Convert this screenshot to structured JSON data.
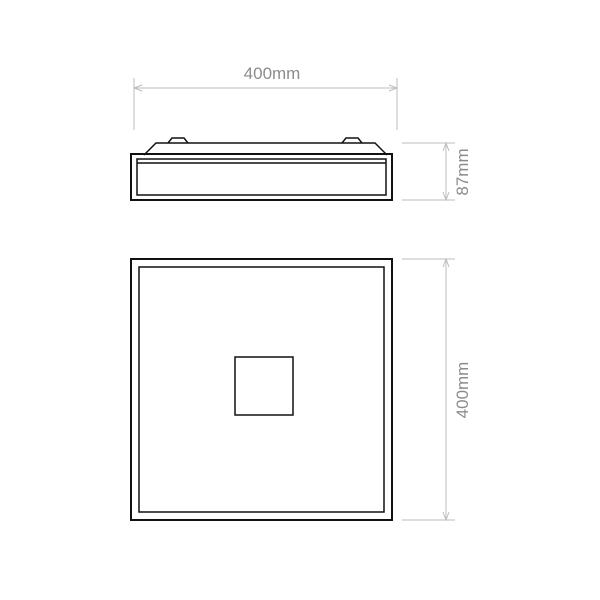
{
  "dimensions": {
    "width": "400mm",
    "height": "87mm",
    "depth": "400mm"
  },
  "views": {
    "side": "side-view",
    "top": "top-view"
  }
}
